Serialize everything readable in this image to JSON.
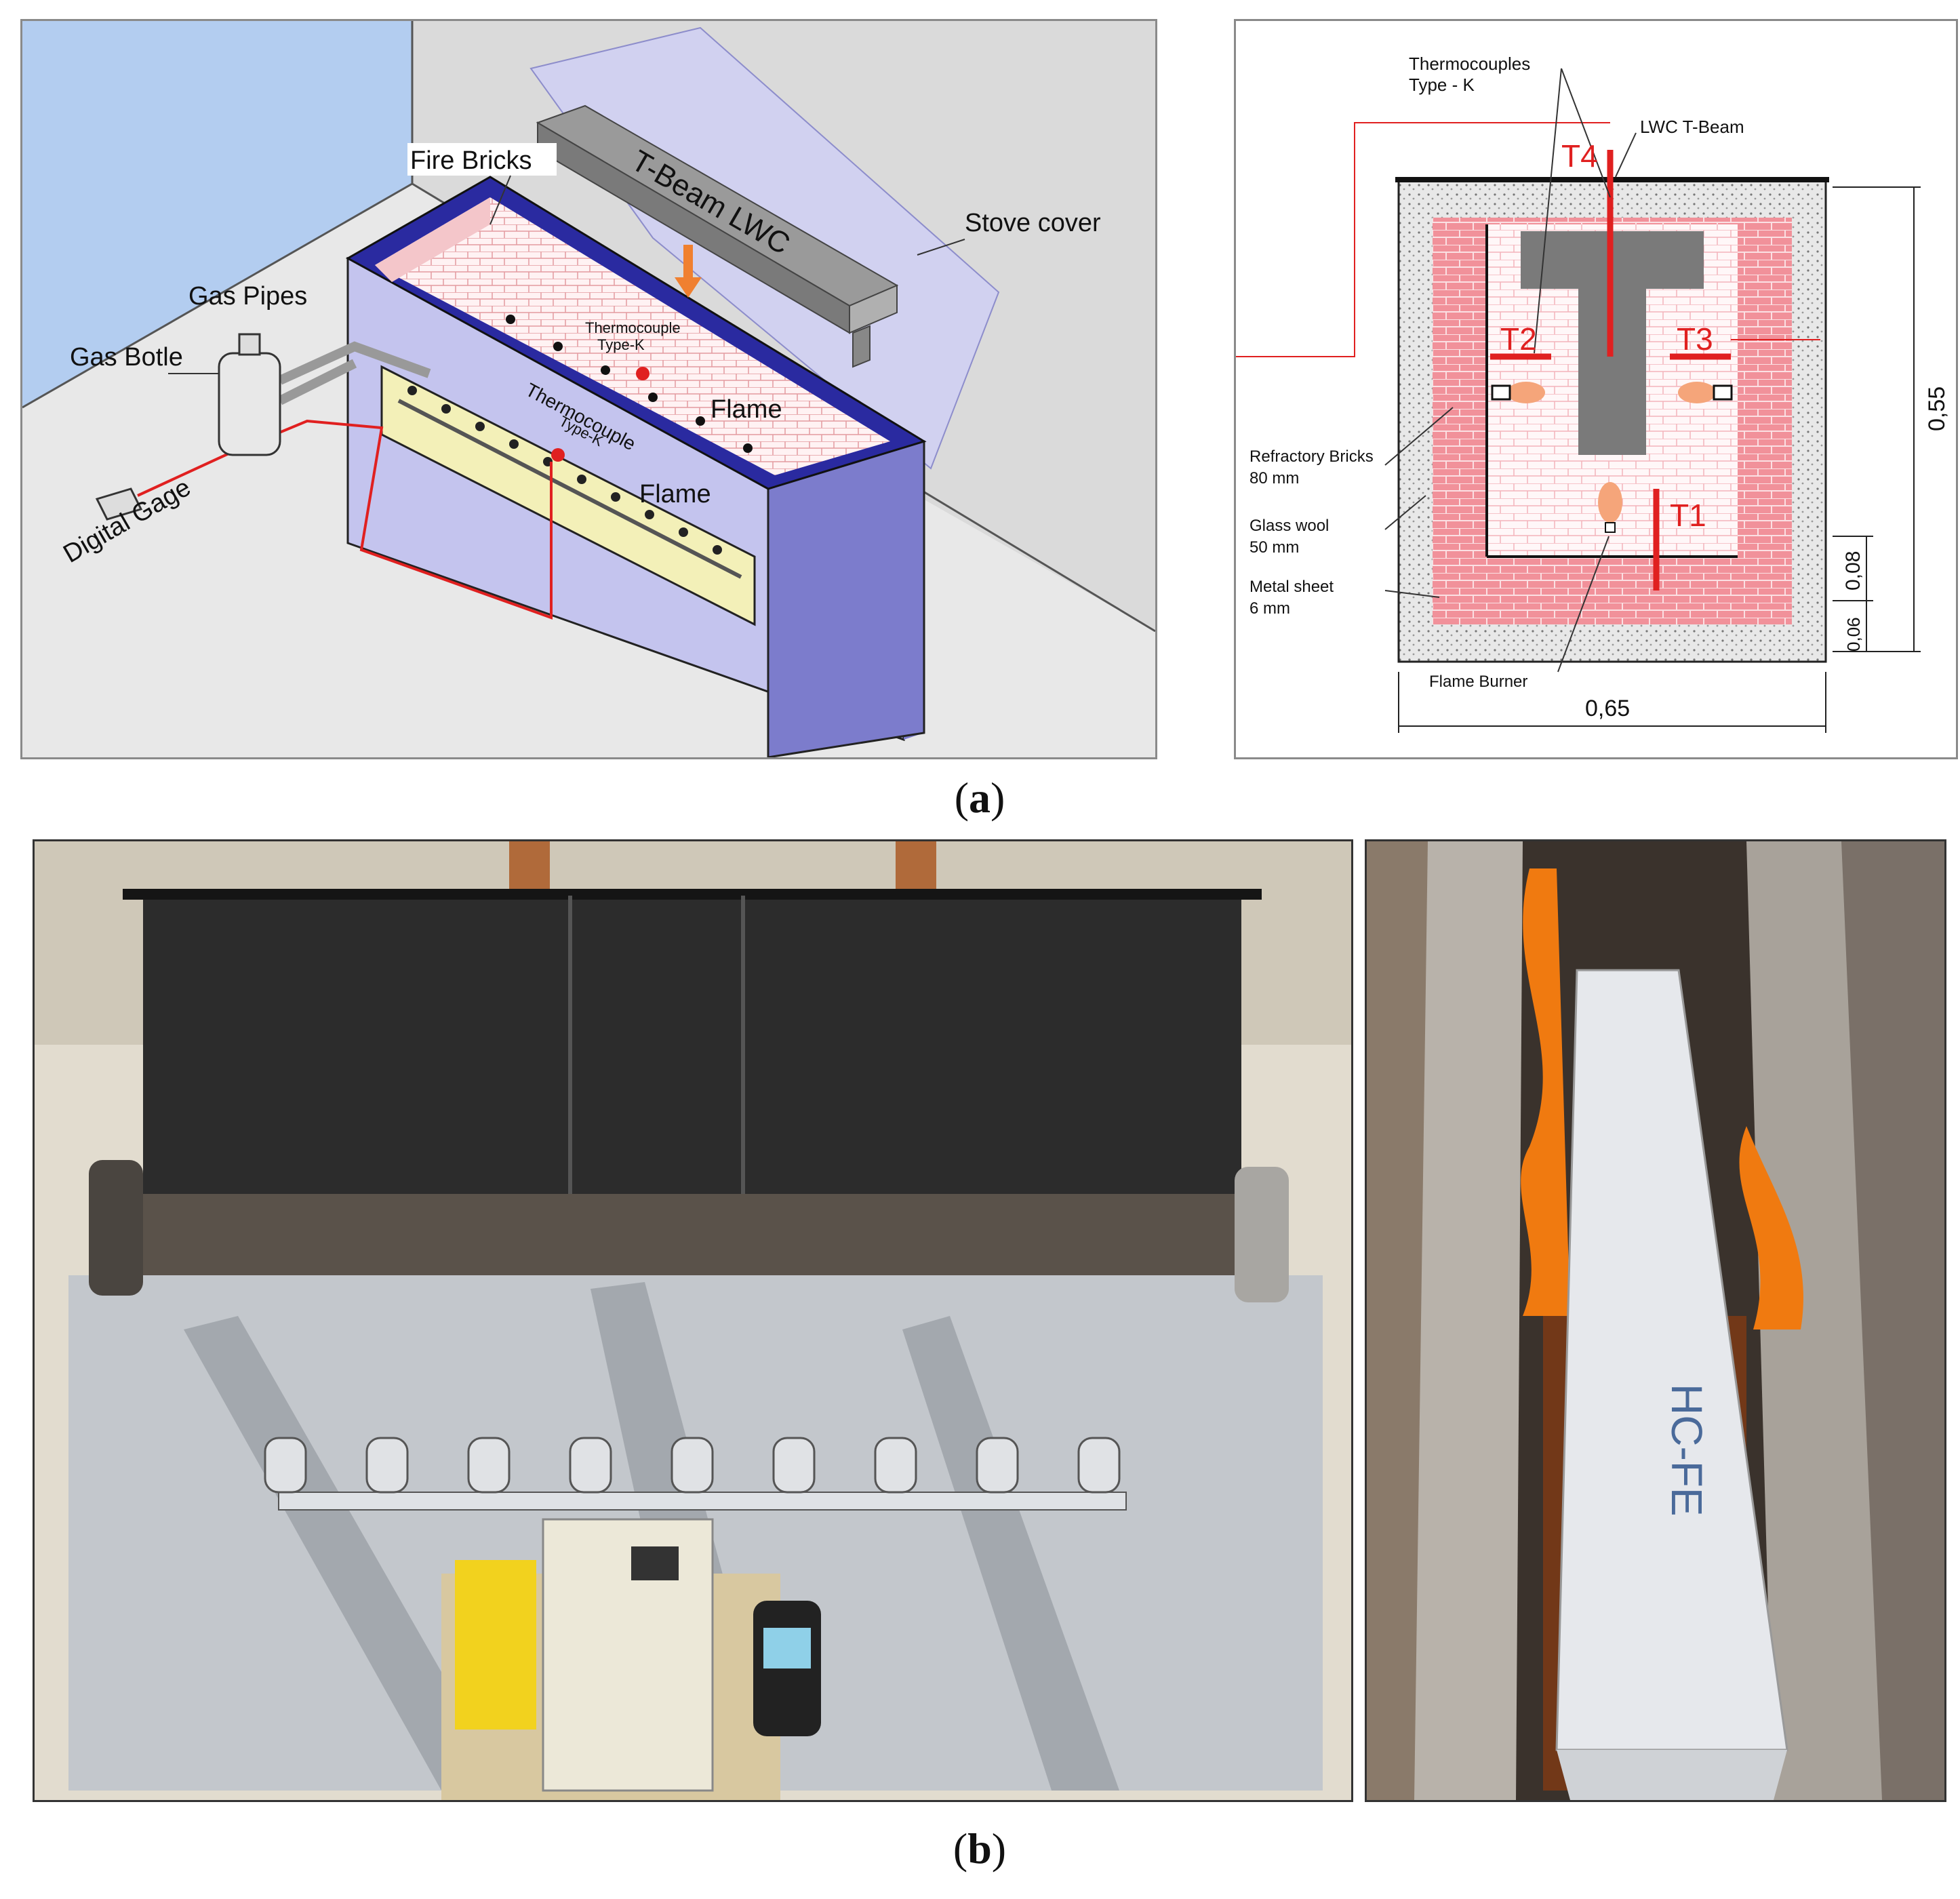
{
  "figure": {
    "caption_a": "(a)",
    "caption_a_letter": "a",
    "caption_b": "(b)",
    "caption_b_letter": "b"
  },
  "iso_diagram": {
    "fire_bricks": "Fire Bricks",
    "t_beam": "T-Beam LWC",
    "stove_cover": "Stove cover",
    "gas_pipes": "Gas Pipes",
    "gas_bottle": "Gas Botle",
    "digital_gage": "Digital Gage",
    "thermocouple_inner_1": "Thermocouple",
    "thermocouple_inner_2": "Type-K",
    "thermocouple_outer_1": "Thermocouple",
    "thermocouple_outer_2": "Type-K",
    "flame_inner": "Flame",
    "flame_outer": "Flame"
  },
  "section_diagram": {
    "thermocouples_1": "Thermocouples",
    "thermocouples_2": "Type - K",
    "lwc_t_beam": "LWC T-Beam",
    "t1": "T1",
    "t2": "T2",
    "t3": "T3",
    "t4": "T4",
    "refractory_1": "Refractory Bricks",
    "refractory_2": "80 mm",
    "glass_wool_1": "Glass wool",
    "glass_wool_2": "50 mm",
    "metal_sheet_1": "Metal sheet",
    "metal_sheet_2": "6 mm",
    "flame_burner": "Flame Burner",
    "dim_width": "0,65",
    "dim_height": "0,55",
    "dim_008": "0,08",
    "dim_006": "0,06"
  },
  "photo_right": {
    "beam_marking": "HC-FE"
  },
  "colors": {
    "wall_blue": "#b3cdf0",
    "furnace_face": "#c4c4ee",
    "furnace_side": "#7c7ccc",
    "furnace_rim": "#2a2aa0",
    "brick_red": "#f08c96",
    "thermo_red": "#e02020",
    "window_yellow": "#f3f0b8"
  }
}
